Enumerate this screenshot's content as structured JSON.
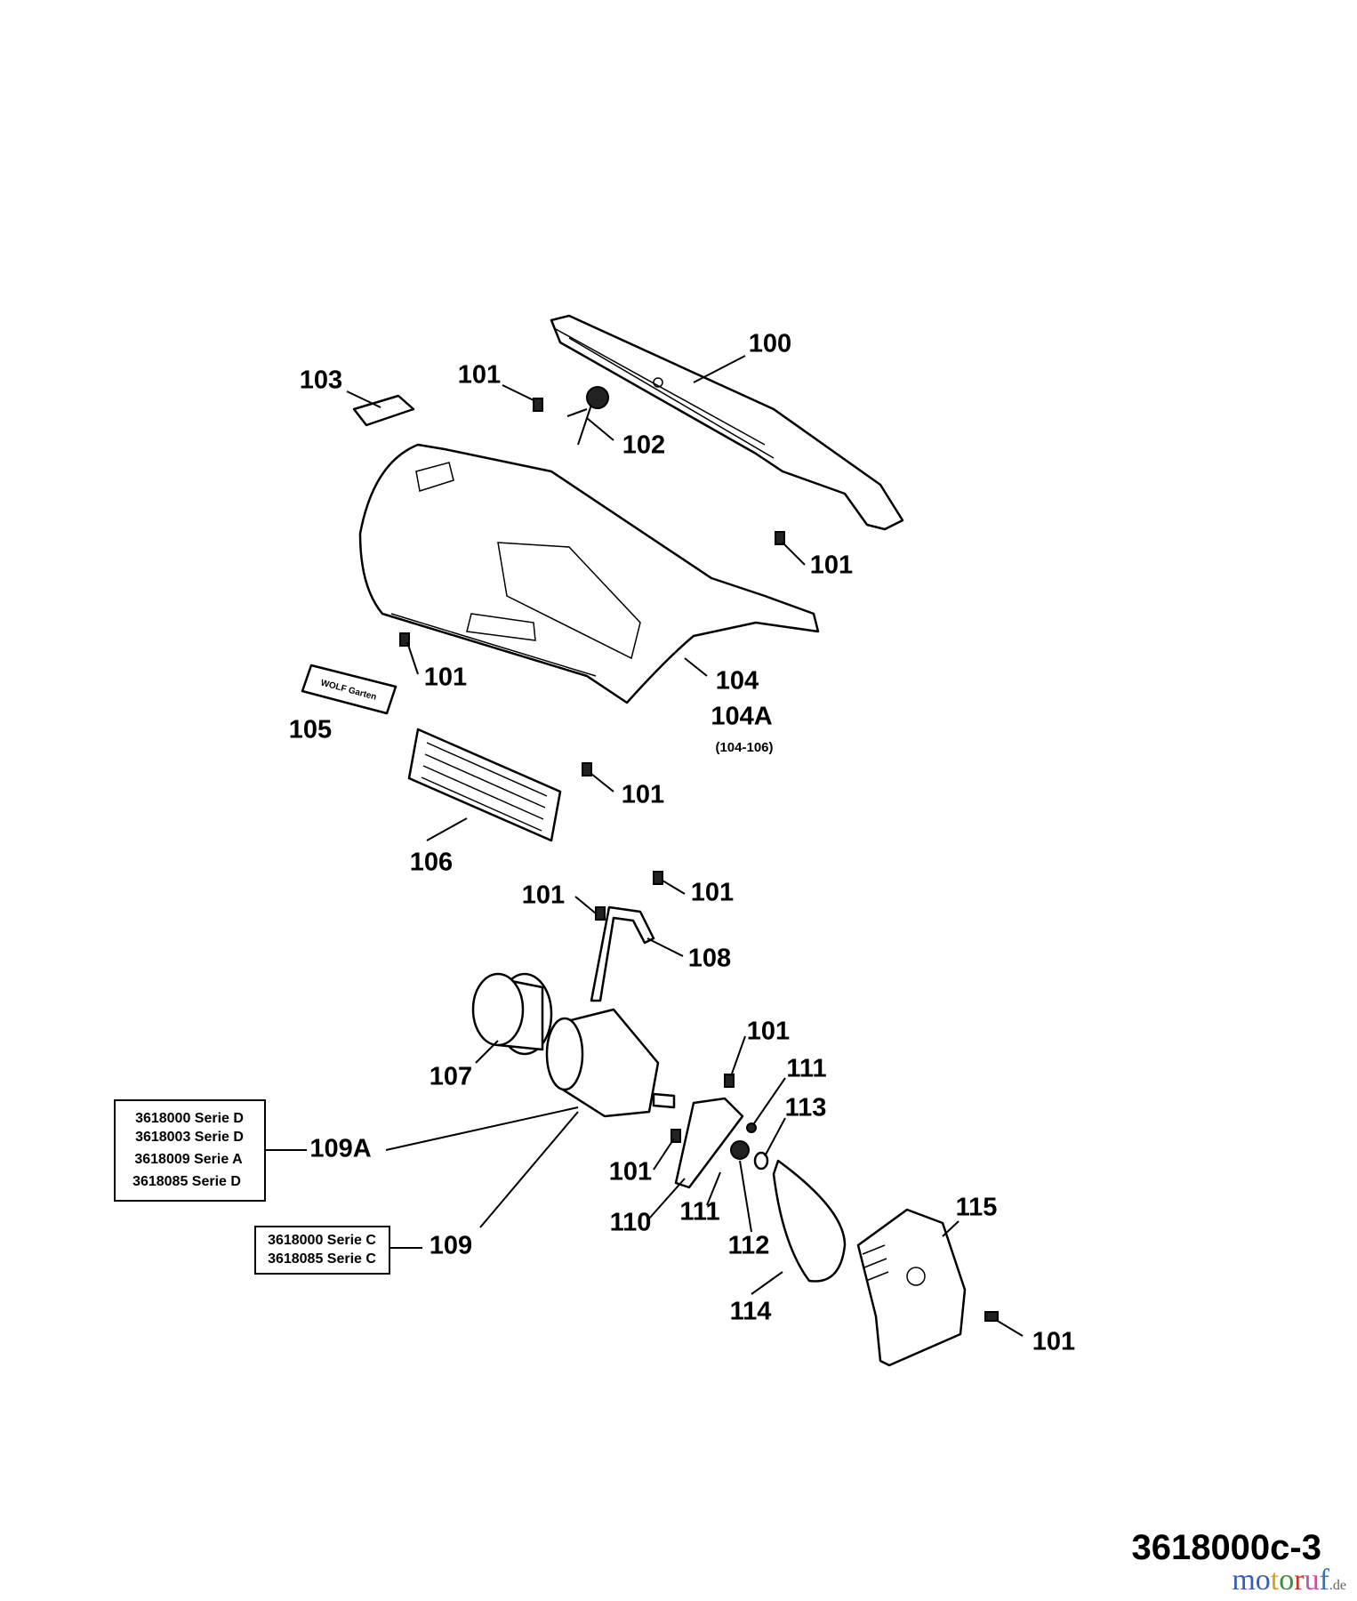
{
  "diagram": {
    "callouts": {
      "c100": "100",
      "c101": "101",
      "c102": "102",
      "c103": "103",
      "c104": "104",
      "c104a": "104A",
      "c104a_range": "(104-106)",
      "c105": "105",
      "c106": "106",
      "c107": "107",
      "c108": "108",
      "c109": "109",
      "c109a": "109A",
      "c110": "110",
      "c111": "111",
      "c112": "112",
      "c113": "113",
      "c114": "114",
      "c115": "115"
    },
    "box_109a": [
      "3618000 Serie D",
      "3618003 Serie D",
      "3618009 Serie A",
      "3618085 Serie D"
    ],
    "box_109": [
      "3618000 Serie C",
      "3618085 Serie C"
    ],
    "badge_text": "WOLF Garten"
  },
  "footer": {
    "drawing_code": "3618000c-3",
    "logo": {
      "letters": [
        "m",
        "o",
        "t",
        "o",
        "r",
        "u",
        "f"
      ],
      "suffix": ".de",
      "colors": [
        "#3a5fb0",
        "#3a5fb0",
        "#d9a21b",
        "#3a8f3a",
        "#c0392b",
        "#d14fa0",
        "#2f74c0"
      ]
    }
  }
}
